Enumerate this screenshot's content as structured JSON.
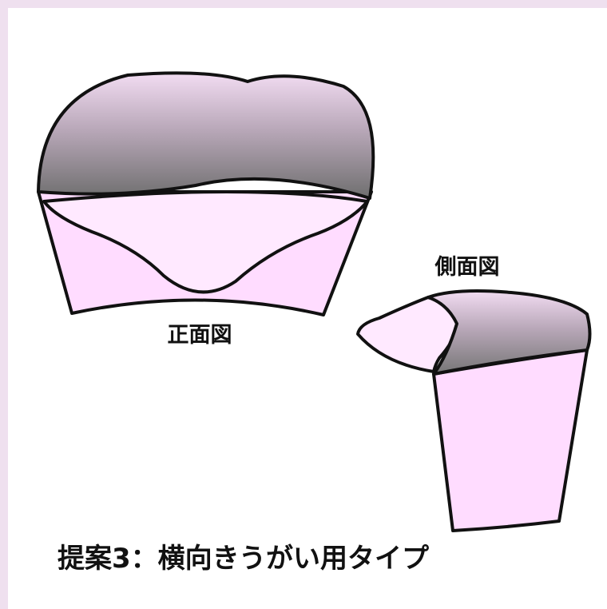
{
  "labels": {
    "front_view": "正面図",
    "side_view": "側面図",
    "caption": "提案3：横向きうがい用タイプ"
  },
  "colors": {
    "page_border": "#efe0ef",
    "background": "#ffffff",
    "pink_fill": "#ffdcff",
    "light_pink_fill": "#ffe9ff",
    "gray_dark": "#707070",
    "gray_top": "#f2dcf2",
    "outline": "#111111"
  }
}
